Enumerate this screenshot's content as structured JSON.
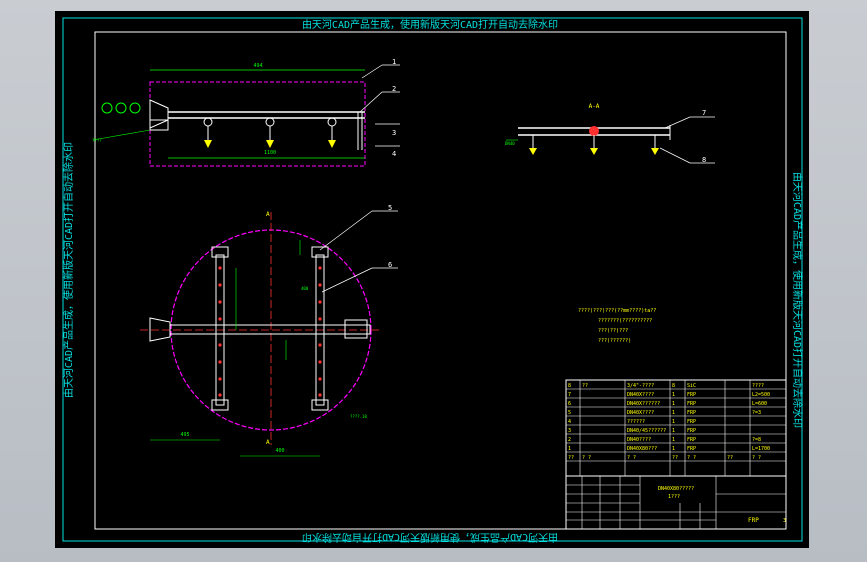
{
  "watermark": {
    "top": "由天河CAD产品生成，使用新版天河CAD打开自动去除水印",
    "bottom": "由天河CAD产品生成，使用新版天河CAD打开自动去除水印",
    "left": "由天河CAD产品生成，使用新版天河CAD打开自动去除水印",
    "right": "由天河CAD产品生成，使用新版天河CAD打开自动去除水印"
  },
  "balloons": [
    "1",
    "2",
    "3",
    "4",
    "5",
    "6",
    "7",
    "8"
  ],
  "section_label": "A-A",
  "section_marks": [
    "A",
    "A"
  ],
  "dims": {
    "top_width": "494",
    "bottom_width": "1100",
    "left_radius": "495",
    "right_offset": "400",
    "bottom_left": "400",
    "note_label": "????.10"
  },
  "notes": [
    "????(???)???(??mm????)ta??",
    "???????(??????????",
    "???(??)???",
    "???(??????)"
  ],
  "bom_rows": [
    {
      "no": "8",
      "code": "??",
      "name": "3/4\"-????",
      "qty": "8",
      "mat": "SiC",
      "mass": "",
      "note": "????"
    },
    {
      "no": "7",
      "code": "",
      "name": "DN40X????",
      "qty": "1",
      "mat": "FRP",
      "mass": "",
      "note": "L2=500"
    },
    {
      "no": "6",
      "code": "",
      "name": "DN40X??????",
      "qty": "1",
      "mat": "FRP",
      "mass": "",
      "note": "L=600"
    },
    {
      "no": "5",
      "code": "",
      "name": "DN40X????",
      "qty": "1",
      "mat": "FRP",
      "mass": "",
      "note": "?=3"
    },
    {
      "no": "4",
      "code": "",
      "name": "??????",
      "qty": "1",
      "mat": "FRP",
      "mass": "",
      "note": ""
    },
    {
      "no": "3",
      "code": "",
      "name": "DN40/45??????",
      "qty": "1",
      "mat": "FRP",
      "mass": "",
      "note": ""
    },
    {
      "no": "2",
      "code": "",
      "name": "DN40????",
      "qty": "1",
      "mat": "FRP",
      "mass": "",
      "note": "?=8"
    },
    {
      "no": "1",
      "code": "",
      "name": "DN40X80???",
      "qty": "1",
      "mat": "FRP",
      "mass": "",
      "note": "L=1700"
    }
  ],
  "bom_header": [
    "??",
    "?  ?",
    "?  ?",
    "??",
    "?  ?",
    "??",
    "?  ?"
  ],
  "title_block": {
    "drawing_name": "DN40X80?????",
    "sub": "1???",
    "material": "FRP",
    "sheet": "3"
  }
}
